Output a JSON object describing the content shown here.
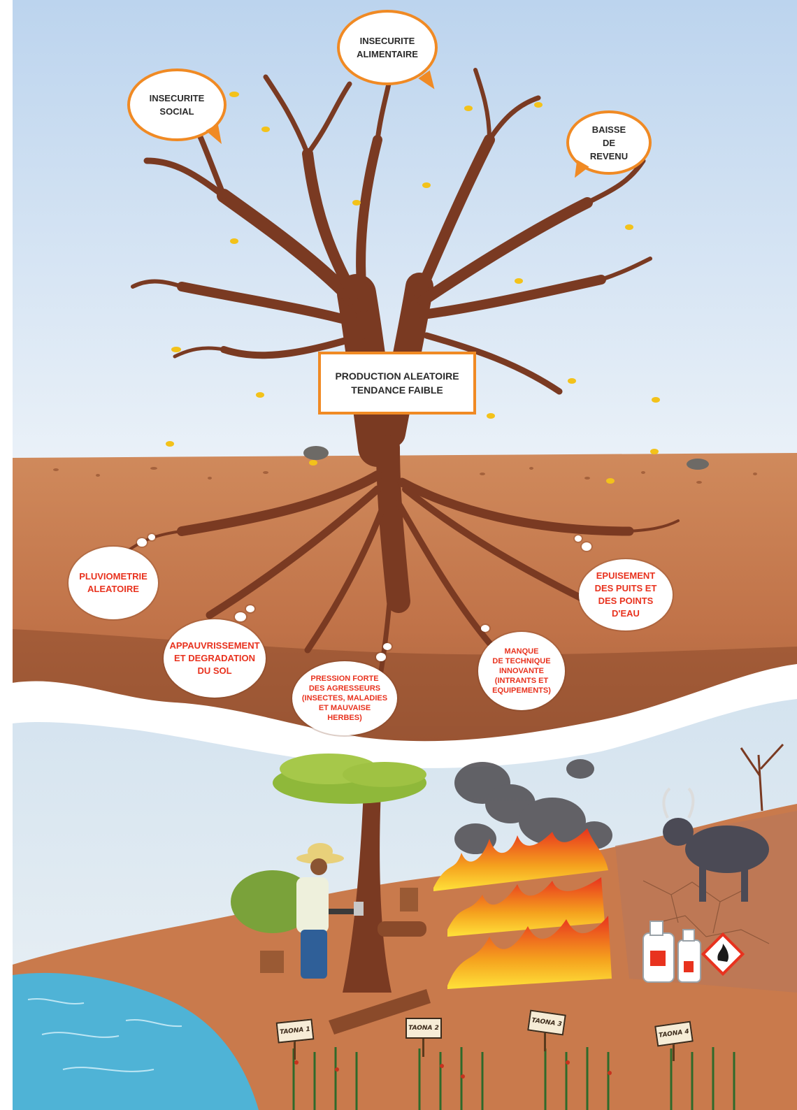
{
  "colors": {
    "sky_top": "#c6daf0",
    "sky_bottom": "#e8f0f8",
    "soil": "#c77a4e",
    "soil_dark": "#9a5634",
    "trunk": "#7a3a22",
    "bubble_border": "#f08a24",
    "problem_text": "#e8321e",
    "consequence_text": "#2a2a2a",
    "water": "#4fb3d6",
    "fire": "#f05a1e"
  },
  "consequences": {
    "social": "INSECURITE\nSOCIAL",
    "food": "INSECURITE\nALIMENTAIRE",
    "income": "BAISSE\nDE\nREVENU"
  },
  "center": {
    "production": "PRODUCTION ALEATOIRE\nTENDANCE FAIBLE"
  },
  "causes": {
    "rainfall": "PLUVIOMETRIE\nALEATOIRE",
    "soil": "APPAUVRISSEMENT\nET DEGRADATION\nDU SOL",
    "pests": "PRESSION FORTE\nDES AGRESSEURS\n(INSECTES, MALADIES\nET MAUVAISE\nHERBES)",
    "technique": "MANQUE\nDE TECHNIQUE\nINNOVANTE\n(INTRANTS ET\nEQUIPEMENTS)",
    "water": "EPUISEMENT\nDES PUITS ET\nDES POINTS\nD'EAU"
  },
  "plots": [
    "TAONA 1",
    "TAONA 2",
    "TAONA 3",
    "TAONA 4"
  ],
  "icons": {
    "hazard": "flammable-hazard-icon",
    "containers": "chemical-container-icon"
  }
}
